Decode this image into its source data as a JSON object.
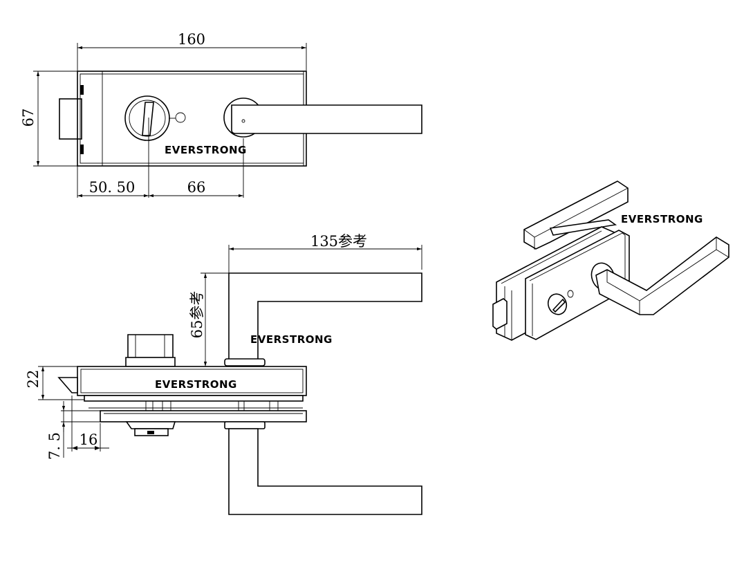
{
  "brand": "EVERSTRONG",
  "front_view": {
    "dim_width": "160",
    "dim_height": "67",
    "dim_left_offset": "50. 50",
    "dim_center_distance": "66"
  },
  "side_view": {
    "dim_handle_length": "135参考",
    "dim_handle_height": "65参考",
    "dim_body_thickness": "22",
    "dim_glass_gap": "7. 5",
    "dim_latch_offset": "16"
  }
}
